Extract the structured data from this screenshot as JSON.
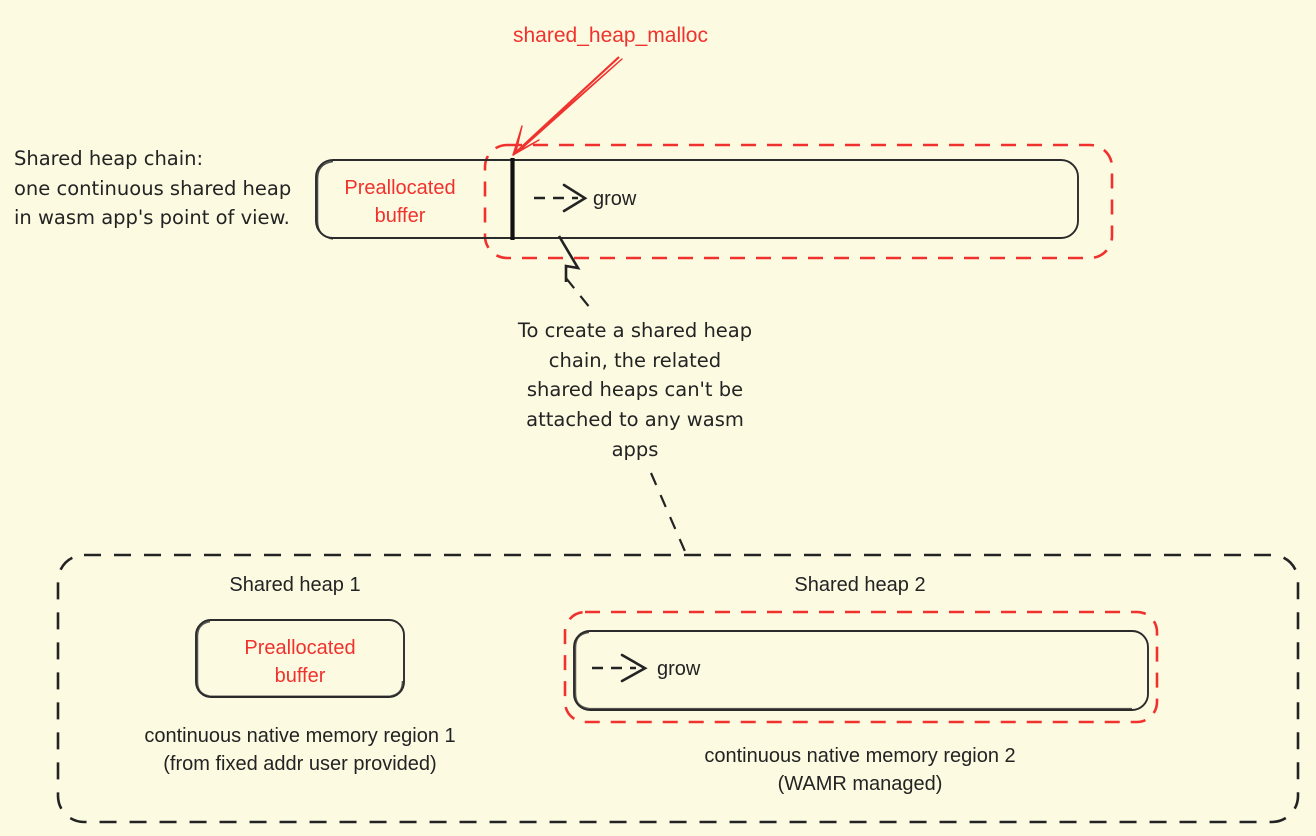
{
  "colors": {
    "background": "#fdfae2",
    "ink": "#232323",
    "accent_red": "#f0322e"
  },
  "top": {
    "caption": "Shared heap chain:\none continuous shared heap\nin wasm app's point of view.",
    "malloc_label": "shared_heap_malloc",
    "prealloc_label": "Preallocated\nbuffer",
    "grow_label": "grow"
  },
  "annotation": {
    "note": "To create a shared heap\nchain, the related\nshared heaps can't be\nattached to any wasm\napps"
  },
  "bottom": {
    "heap1": {
      "title": "Shared heap 1",
      "prealloc_label": "Preallocated\nbuffer",
      "caption": "continuous native memory region 1\n(from fixed addr user provided)"
    },
    "heap2": {
      "title": "Shared heap 2",
      "grow_label": "grow",
      "caption": "continuous native memory region 2\n(WAMR managed)"
    }
  }
}
